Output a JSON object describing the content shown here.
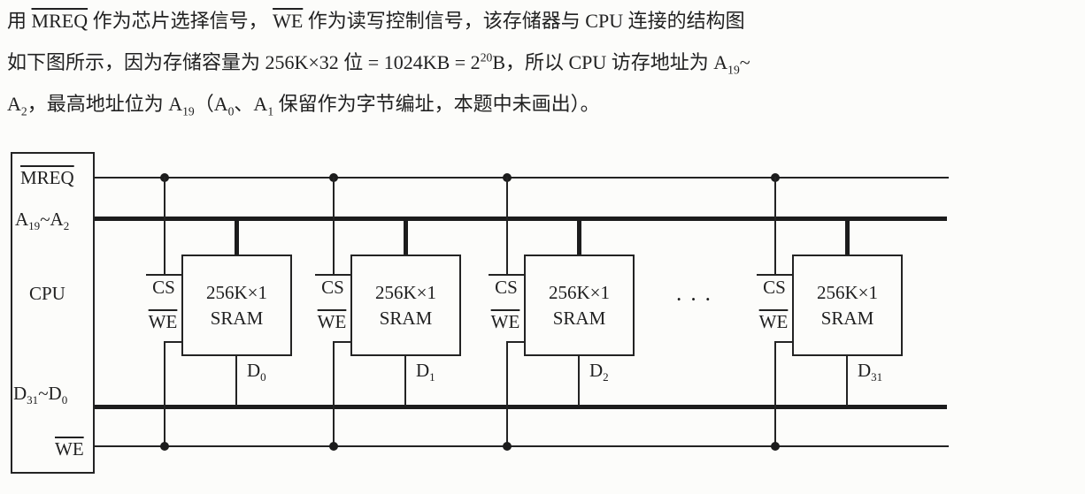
{
  "colors": {
    "ink": "#212121",
    "bus": "#1c1c1c",
    "background": "#fcfcfa"
  },
  "problem_text": {
    "line1": [
      {
        "t": "用 "
      },
      {
        "t": "MREQ",
        "ol": true
      },
      {
        "t": " 作为芯片选择信号， "
      },
      {
        "t": "WE",
        "ol": true
      },
      {
        "t": " 作为读写控制信号，该存储器与 CPU 连接的结构图"
      }
    ],
    "line2": [
      {
        "t": "如下图所示，因为存储容量为 256K×32 位 = 1024KB = 2"
      },
      {
        "t": "20",
        "sup": true
      },
      {
        "t": "B，所以 CPU 访存地址为 A"
      },
      {
        "t": "19",
        "sub": true
      },
      {
        "t": "~"
      }
    ],
    "line3": [
      {
        "t": "A"
      },
      {
        "t": "2",
        "sub": true
      },
      {
        "t": "，最高地址位为 A"
      },
      {
        "t": "19",
        "sub": true
      },
      {
        "t": "（A"
      },
      {
        "t": "0",
        "sub": true
      },
      {
        "t": "、A"
      },
      {
        "t": "1",
        "sub": true
      },
      {
        "t": " 保留作为字节编址，本题中未画出）。"
      }
    ]
  },
  "diagram": {
    "cpu": {
      "mreq_label": "MREQ",
      "addr_label": [
        {
          "t": "A"
        },
        {
          "t": "19",
          "sub": true
        },
        {
          "t": "~A"
        },
        {
          "t": "2",
          "sub": true
        }
      ],
      "name": "CPU",
      "data_label": [
        {
          "t": "D"
        },
        {
          "t": "31",
          "sub": true
        },
        {
          "t": "~D"
        },
        {
          "t": "0",
          "sub": true
        }
      ],
      "we_label": "WE"
    },
    "chips": [
      {
        "cs_label": "CS",
        "we_label": "WE",
        "title_line1": "256K×1",
        "title_line2": "SRAM",
        "data_pin": [
          {
            "t": "D"
          },
          {
            "t": "0",
            "sub": true
          }
        ]
      },
      {
        "cs_label": "CS",
        "we_label": "WE",
        "title_line1": "256K×1",
        "title_line2": "SRAM",
        "data_pin": [
          {
            "t": "D"
          },
          {
            "t": "1",
            "sub": true
          }
        ]
      },
      {
        "cs_label": "CS",
        "we_label": "WE",
        "title_line1": "256K×1",
        "title_line2": "SRAM",
        "data_pin": [
          {
            "t": "D"
          },
          {
            "t": "2",
            "sub": true
          }
        ]
      },
      {
        "cs_label": "CS",
        "we_label": "WE",
        "title_line1": "256K×1",
        "title_line2": "SRAM",
        "data_pin": [
          {
            "t": "D"
          },
          {
            "t": "31",
            "sub": true
          }
        ]
      }
    ],
    "ellipsis": "···"
  }
}
